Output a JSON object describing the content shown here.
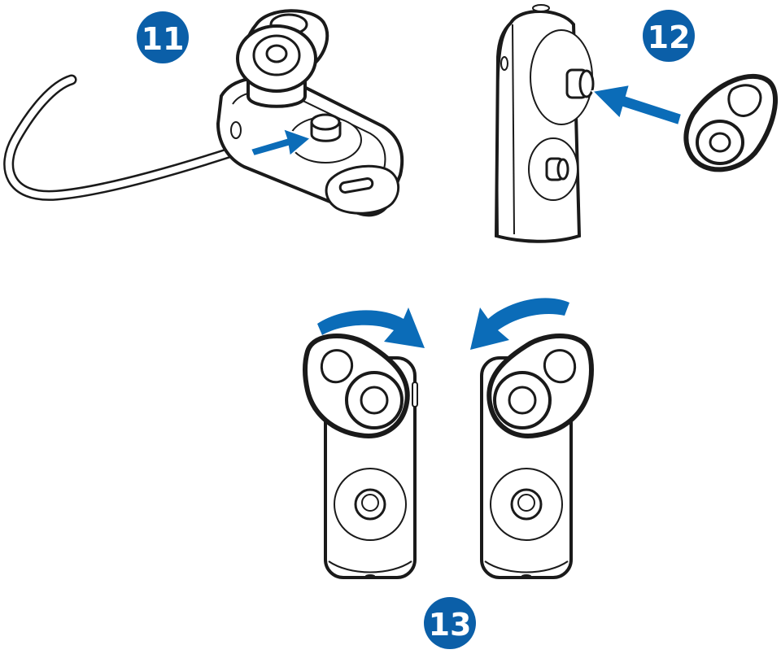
{
  "colors": {
    "ink": "#1a1a1a",
    "accent": "#0b6cb8",
    "badge_fill": "#0b5fa8",
    "badge_text": "#ffffff",
    "device_fill": "#ffffff",
    "shade": "#d9d9d9"
  },
  "steps": [
    {
      "label": "11",
      "description_icon": "attach-earloop-to-headset"
    },
    {
      "label": "12",
      "description_icon": "push-eartip-onto-speaker"
    },
    {
      "label": "13",
      "description_icon": "rotate-earloop-left-or-right"
    }
  ]
}
